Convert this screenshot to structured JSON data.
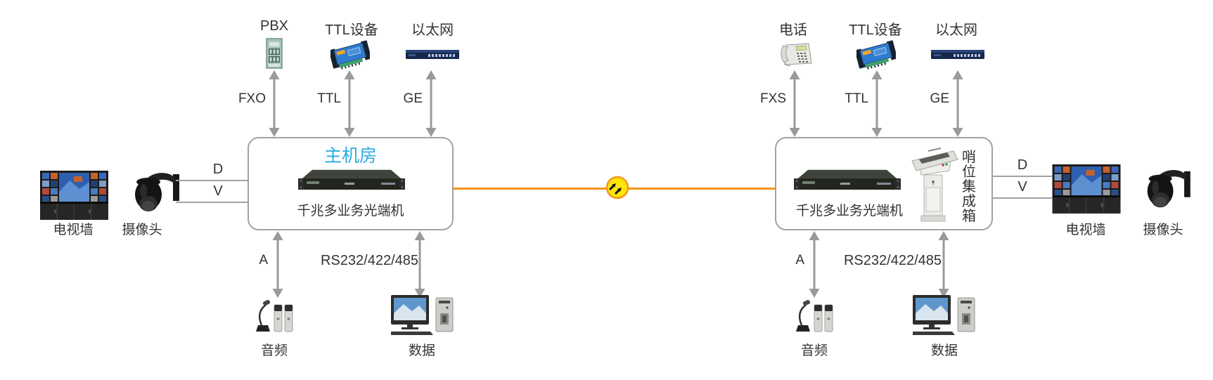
{
  "left": {
    "top": [
      {
        "name": "PBX",
        "port": "FXO"
      },
      {
        "name": "TTL设备",
        "port": "TTL"
      },
      {
        "name": "以太网",
        "port": "GE"
      }
    ],
    "room": "主机房",
    "terminal": "千兆多业务光端机",
    "link_d": "D",
    "link_v": "V",
    "tv_wall": "电视墙",
    "camera": "摄像头",
    "audio_port": "A",
    "audio": "音频",
    "serial_port": "RS232/422/485",
    "data": "数据"
  },
  "right": {
    "top": [
      {
        "name": "电话",
        "port": "FXS"
      },
      {
        "name": "TTL设备",
        "port": "TTL"
      },
      {
        "name": "以太网",
        "port": "GE"
      }
    ],
    "terminal": "千兆多业务光端机",
    "sentry_box": "哨位集成箱",
    "link_d": "D",
    "link_v": "V",
    "tv_wall": "电视墙",
    "camera": "摄像头",
    "audio_port": "A",
    "audio": "音频",
    "serial_port": "RS232/422/485",
    "data": "数据"
  },
  "colors": {
    "fiber_line": "#F7941D",
    "room_label": "#29ABE2",
    "arrow": "#9A9A9A"
  }
}
